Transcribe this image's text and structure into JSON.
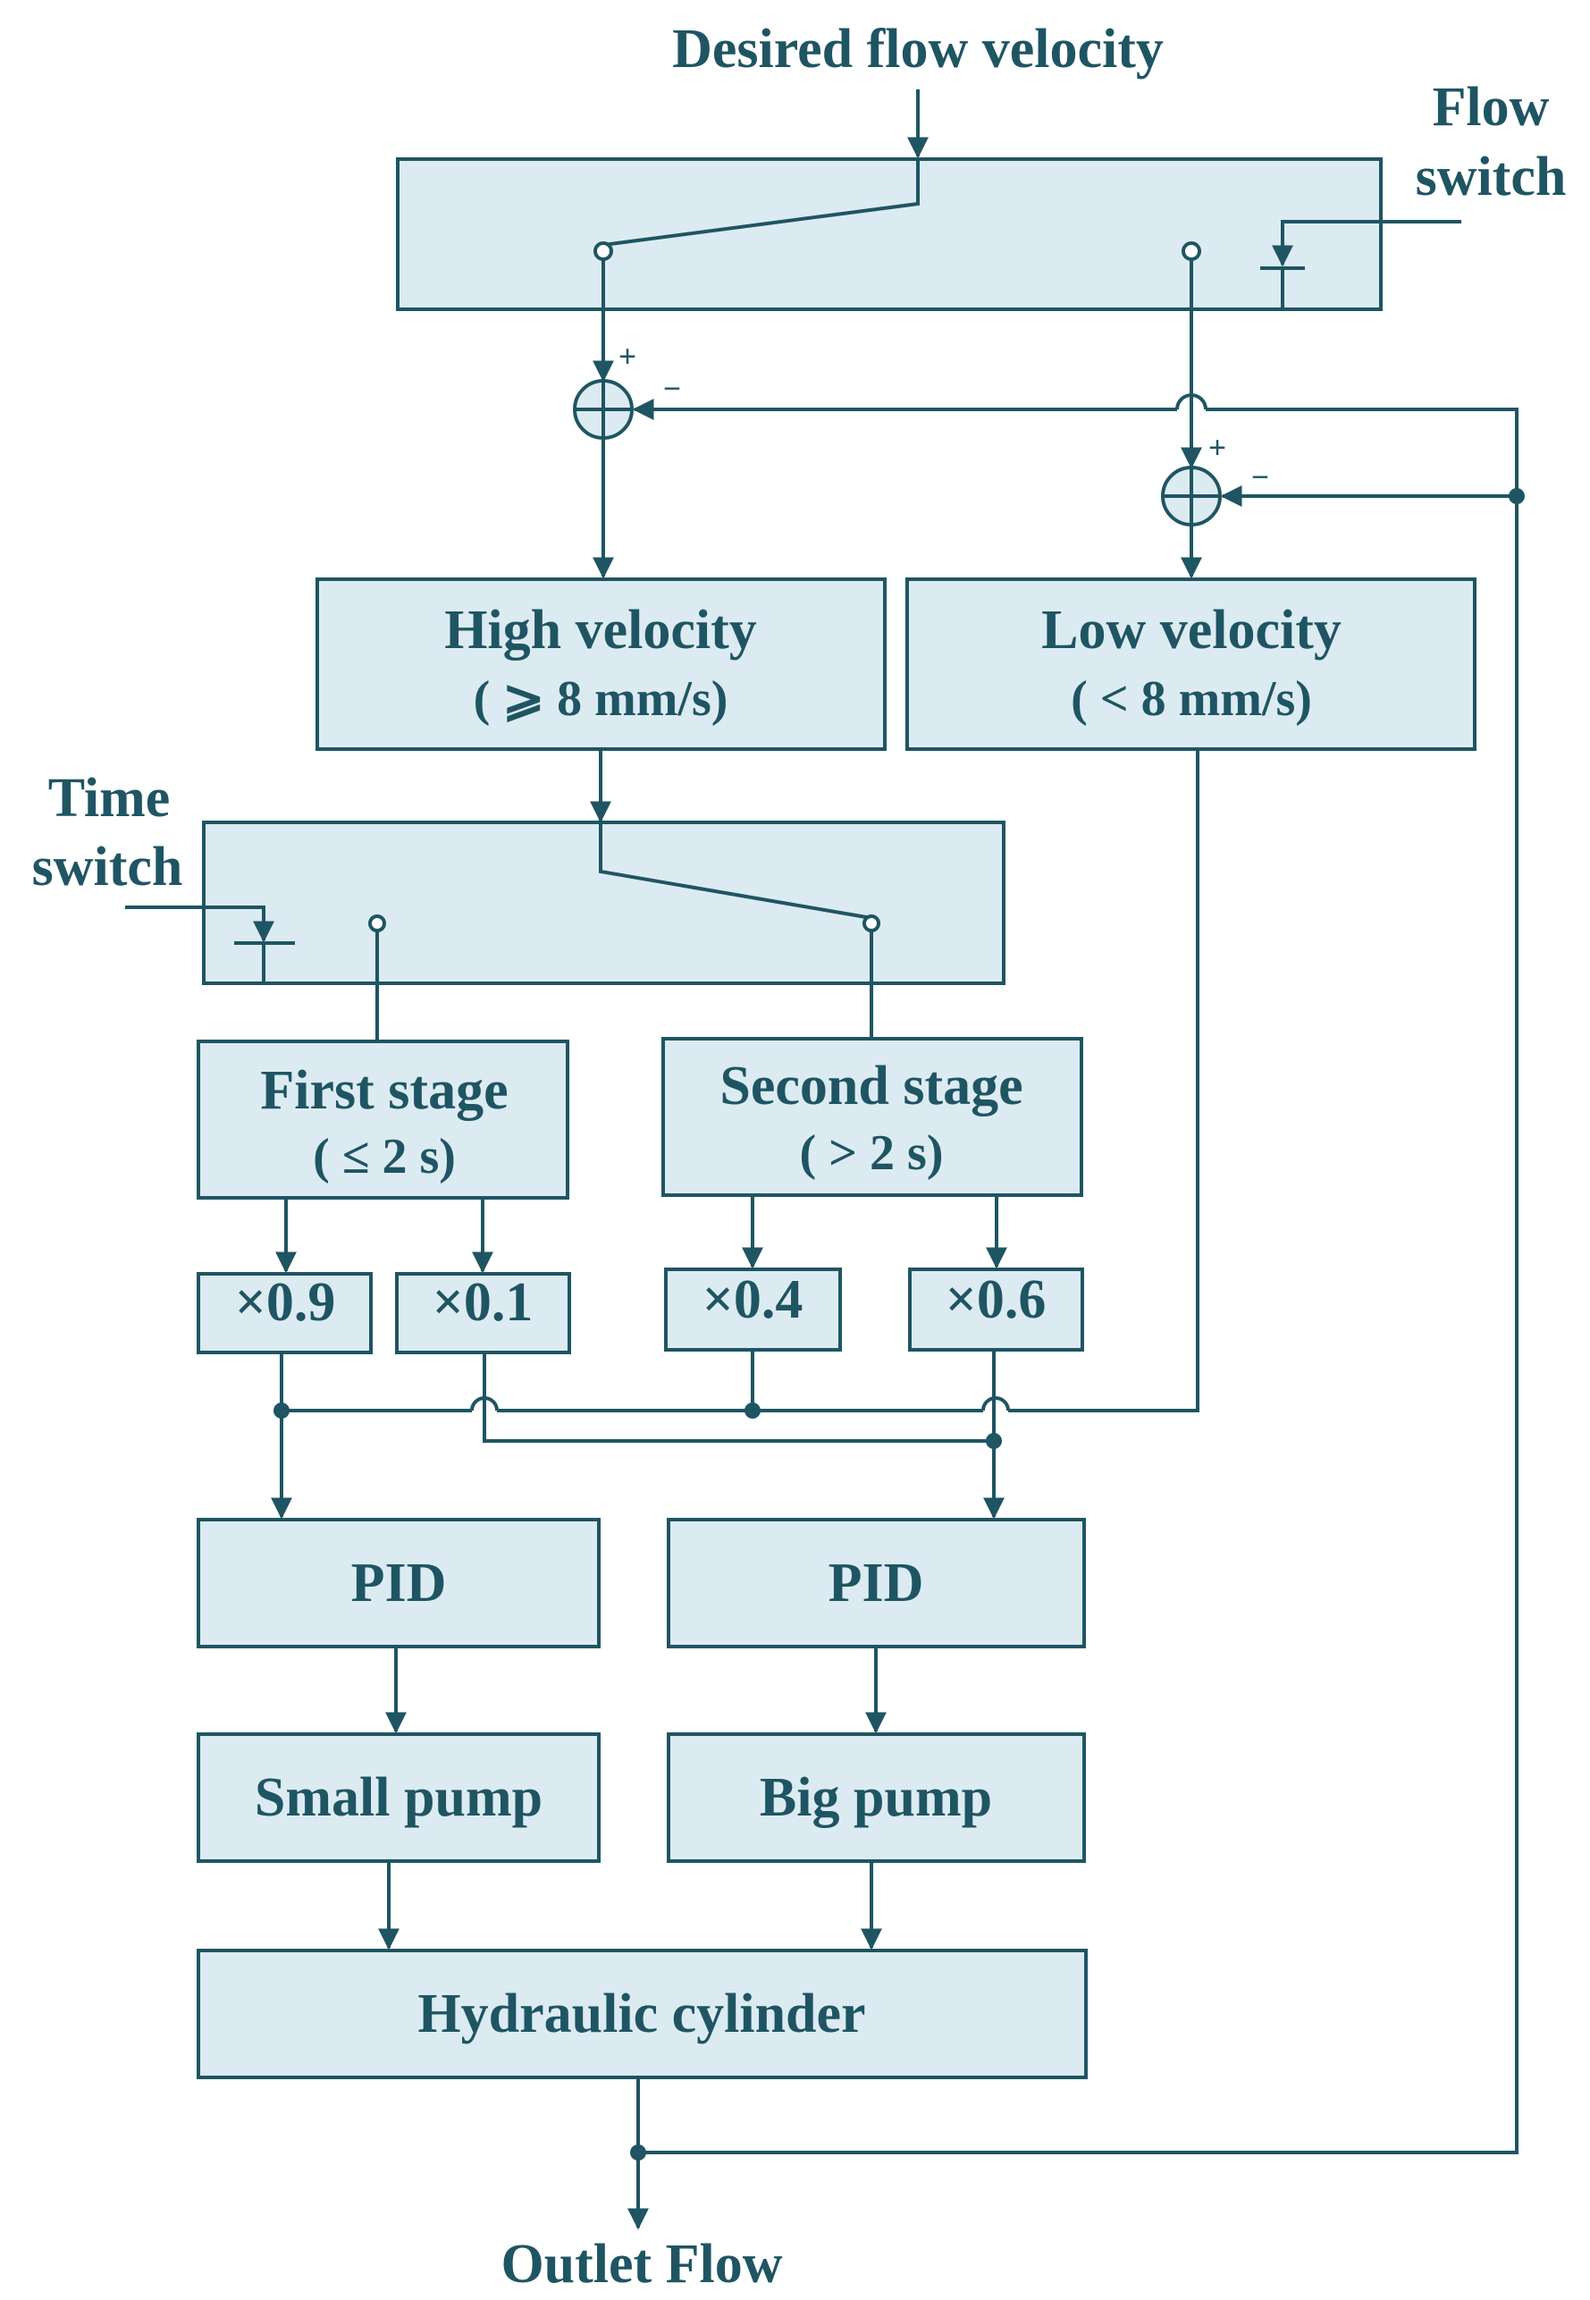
{
  "labels": {
    "desired": "Desired flow velocity",
    "flow_switch_1": "Flow",
    "flow_switch_2": "switch",
    "time_switch_1": "Time",
    "time_switch_2": "switch",
    "outlet": "Outlet Flow"
  },
  "blocks": {
    "high_title": "High velocity",
    "high_cond": "( ⩾ 8 mm/s)",
    "low_title": "Low velocity",
    "low_cond": "( < 8 mm/s)",
    "first_title": "First stage",
    "first_cond": "( ≤ 2 s)",
    "second_title": "Second stage",
    "second_cond": "( > 2 s)",
    "g1": "×0.9",
    "g2": "×0.1",
    "g3": "×0.4",
    "g4": "×0.6",
    "pid_left": "PID",
    "pid_right": "PID",
    "small_pump": "Small pump",
    "big_pump": "Big pump",
    "cylinder": "Hydraulic cylinder"
  },
  "signs": {
    "plus": "+",
    "minus": "−"
  },
  "colors": {
    "stroke": "#1f5563",
    "fill": "#dcebf2",
    "text": "#1f5563"
  }
}
